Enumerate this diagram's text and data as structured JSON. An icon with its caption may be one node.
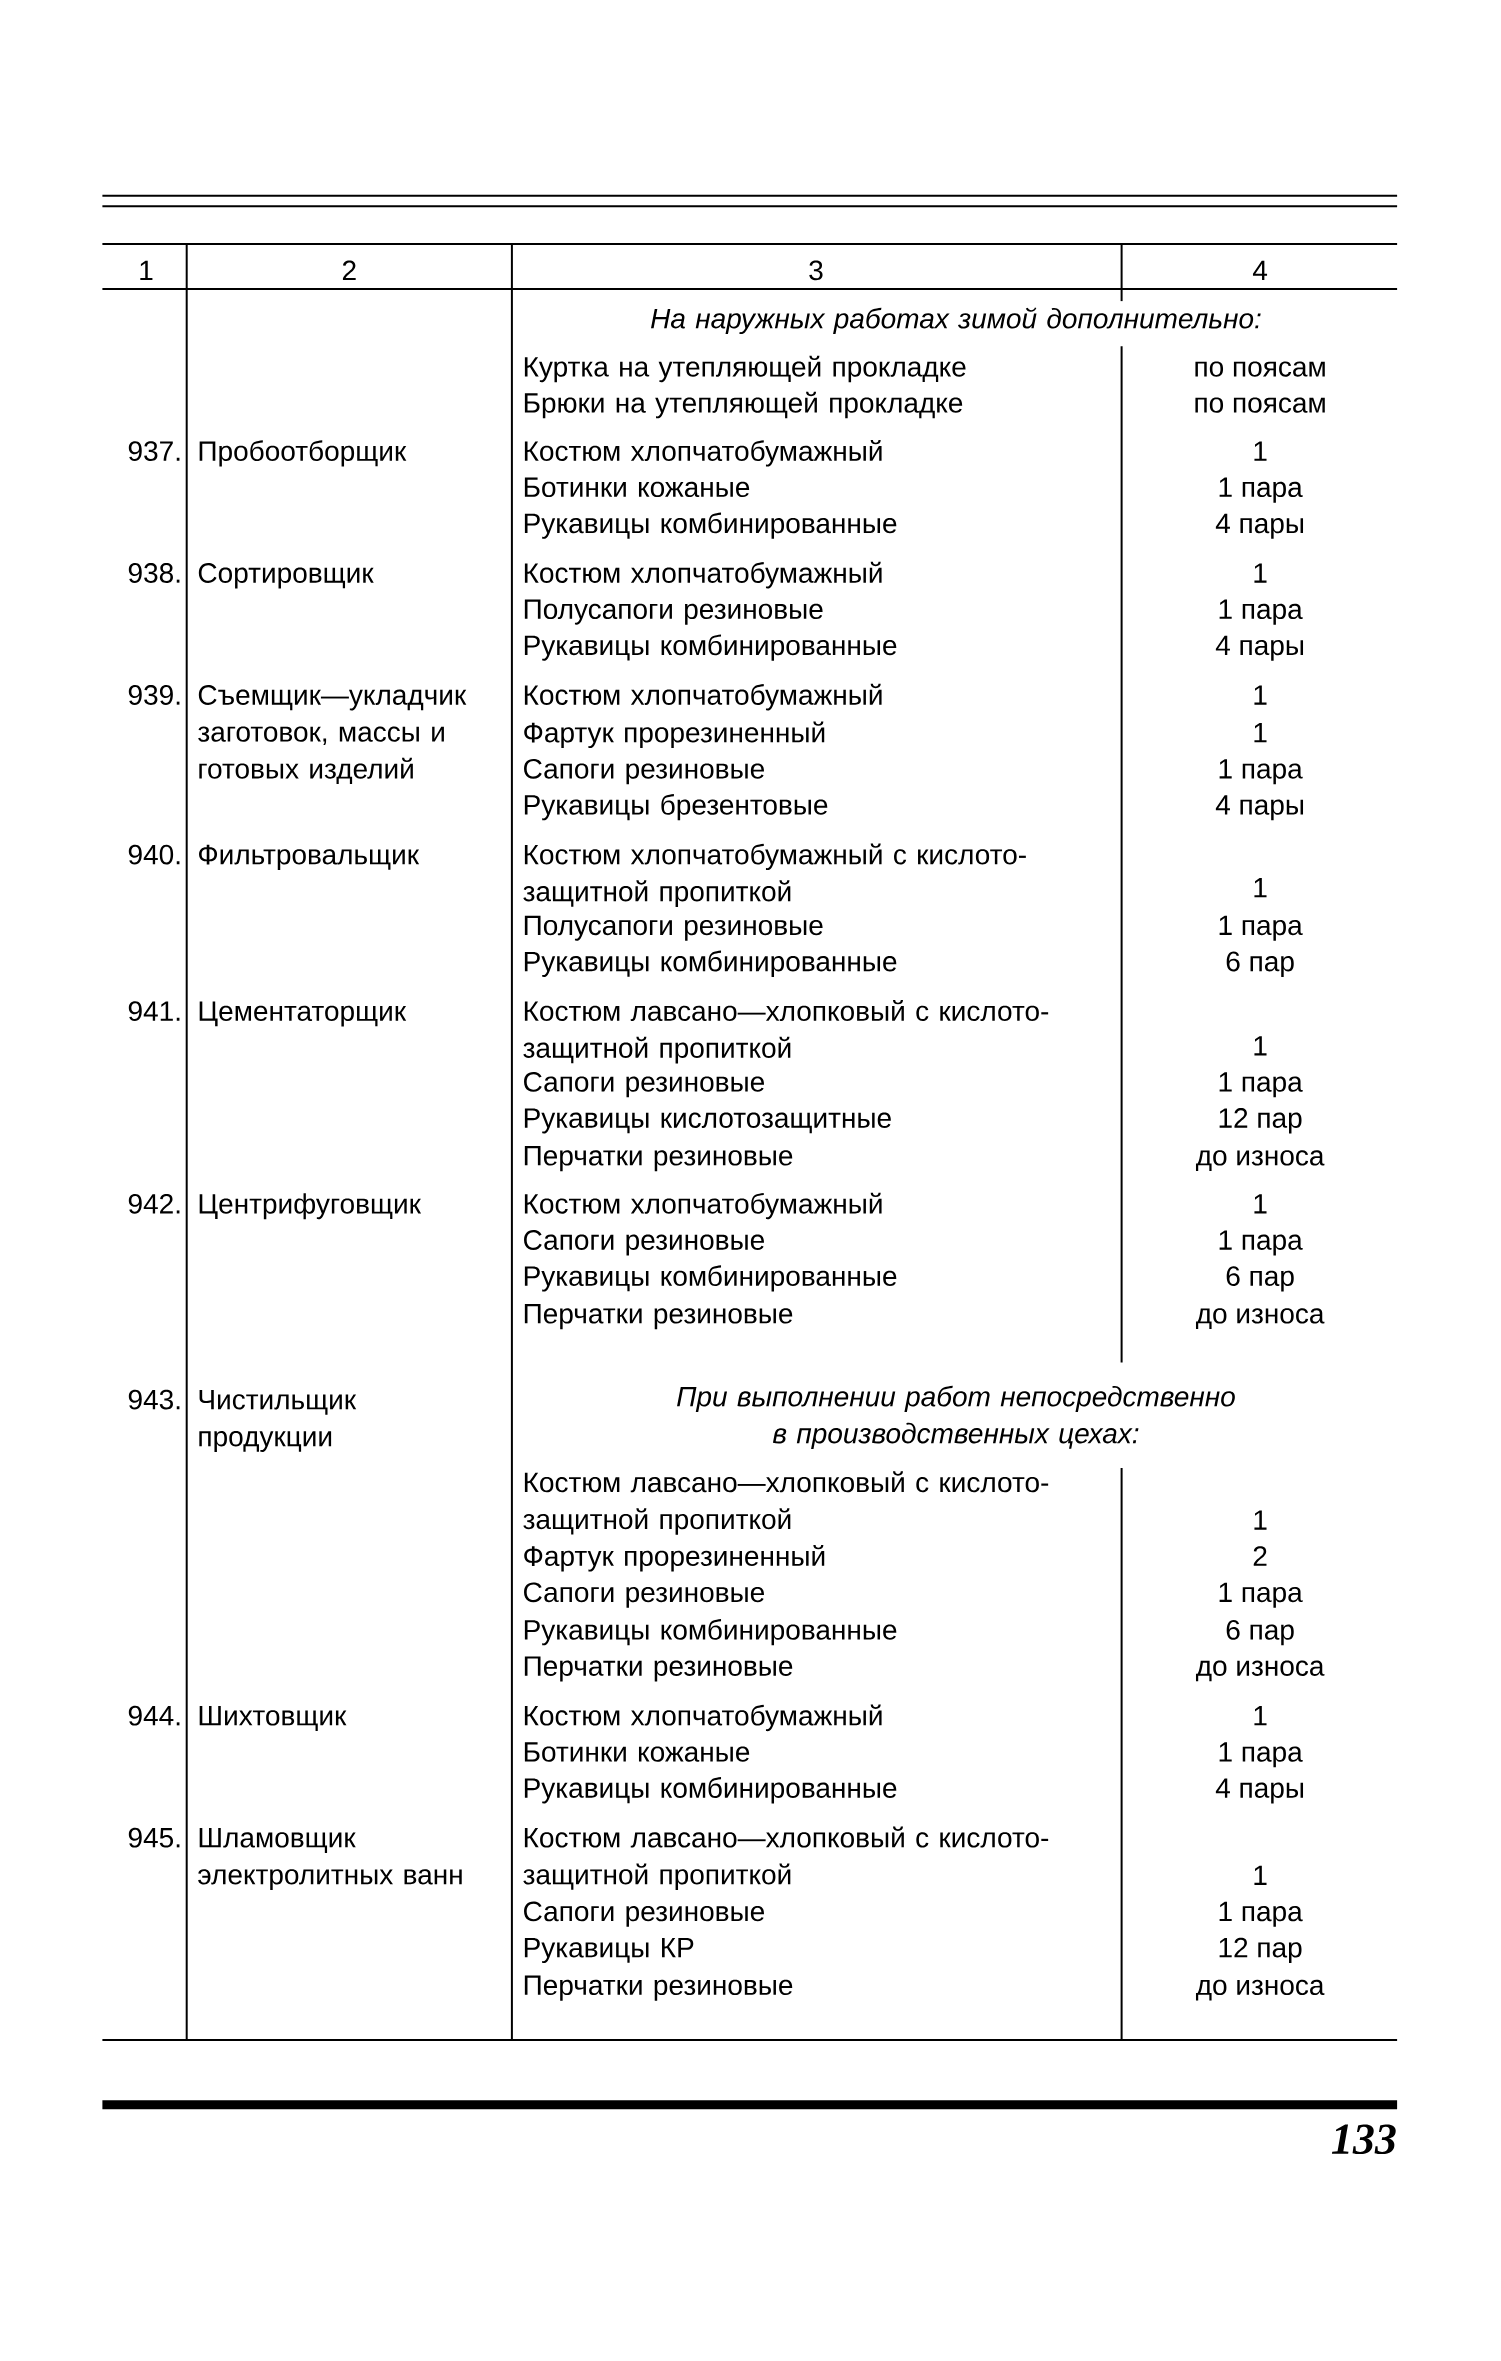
{
  "diagram": {
    "labels": [
      "1",
      "2",
      "3",
      "4",
      "На наружных работах зимой дополнительно:",
      "Куртка на утепляющей прокладке",
      "по поясам",
      "Брюки на утепляющей прокладке",
      "по поясам",
      "937.",
      "Пробоотборщик",
      "Костюм хлопчатобумажный",
      "1",
      "Ботинки кожаные",
      "1 пара",
      "Рукавицы комбинированные",
      "4 пары",
      "938.",
      "Сортировщик",
      "Костюм хлопчатобумажный",
      "1",
      "Полусапоги резиновые",
      "1 пара",
      "Рукавицы комбинированные",
      "4 пары",
      "939.",
      "Съемщик—укладчик заготовок, массы и готовых изделий",
      "Костюм хлопчатобумажный",
      "1",
      "Фартук прорезиненный",
      "1",
      "Сапоги резиновые",
      "1 пара",
      "Рукавицы брезентовые",
      "4 пары",
      "940.",
      "Фильтровальщик",
      "Костюм хлопчатобумажный с кислото-защитной пропиткой",
      "1",
      "Полусапоги резиновые",
      "1 пара",
      "Рукавицы комбинированные",
      "6 пар",
      "941.",
      "Цементаторщик",
      "Костюм лавсано—хлопковый с кислото-защитной пропиткой",
      "1",
      "Сапоги резиновые",
      "1 пара",
      "Рукавицы кислотозащитные",
      "12 пар",
      "Перчатки резиновые",
      "до износа",
      "942.",
      "Центрифуговщик",
      "Костюм хлопчатобумажный",
      "1",
      "Сапоги резиновые",
      "1 пара",
      "Рукавицы комбинированные",
      "6 пар",
      "Перчатки резиновые",
      "до износа",
      "943.",
      "Чистильщик продукции",
      "При выполнении работ непосредственно в производственных цехах:",
      "Костюм лавсано—хлопковый с кислото-защитной пропиткой",
      "1",
      "Фартук прорезиненный",
      "2",
      "Сапоги резиновые",
      "1 пара",
      "Рукавицы комбинированные",
      "6 пар",
      "Перчатки резиновые",
      "до износа",
      "944.",
      "Шихтовщик",
      "Костюм хлопчатобумажный",
      "1",
      "Ботинки кожаные",
      "1 пара",
      "Рукавицы комбинированные",
      "4 пары",
      "945.",
      "Шламовщик электролитных ванн",
      "Костюм лавсано—хлопковый с кислото-защитной пропиткой",
      "1",
      "Сапоги резиновые",
      "1 пара",
      "Рукавицы КР",
      "12 пар",
      "Перчатки резиновые",
      "до износа",
      "133"
    ]
  }
}
